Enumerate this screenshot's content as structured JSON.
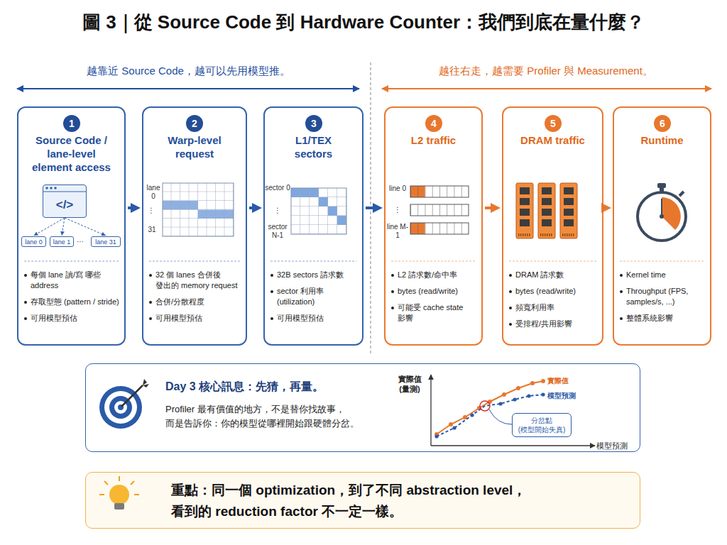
{
  "diagram": {
    "title": "圖 3｜從 Source Code 到 Hardware Counter：我們到底在量什麼？",
    "nodes": [
      {
        "text": [
          "Source Code / lane-level element access",
          "每個 lane 讀/寫 哪些 address",
          "存取型態 (pattern / stride)",
          "可用模型預估"
        ]
      },
      {
        "text": [
          "1"
        ],
        "in": 0
      },
      {
        "text": [
          "</>"
        ],
        "in": 0
      },
      {
        "text": [
          "lane 0"
        ],
        "in": 0
      },
      {
        "text": [
          "lane 1"
        ],
        "in": 0
      },
      {
        "text": [
          "lane 31"
        ],
        "in": 0
      },
      {
        "text": [
          "Warp-level request",
          "32 個 lanes 合併後 發出的 memory request",
          "合併/分散程度",
          "可用模型預估"
        ]
      },
      {
        "text": [
          "2"
        ],
        "in": 6
      },
      {
        "text": [
          "L1/TEX sectors",
          "32B sectors 請求數",
          "sector 利用率 (utilization)",
          "可用模型預估"
        ]
      },
      {
        "text": [
          "3"
        ],
        "in": 8
      },
      {
        "text": [
          "L2 traffic",
          "L2 請求數/命中率",
          "bytes (read/write)",
          "可能受 cache state 影響"
        ]
      },
      {
        "text": [
          "4"
        ],
        "in": 10
      },
      {
        "text": [
          "DRAM traffic",
          "DRAM 請求數",
          "bytes (read/write)",
          "頻寬利用率",
          "受排程/共用影響"
        ]
      },
      {
        "text": [
          "5"
        ],
        "in": 12
      },
      {
        "text": [
          "Runtime",
          "Kernel time",
          "Throughput (FPS, samples/s, ...)",
          "整體系統影響"
        ]
      },
      {
        "text": [
          "6"
        ],
        "in": 14
      },
      {
        "text": [
          "Day 3 核心訊息：先猜，再量。",
          "Profiler 最有價值的地方，不是替你找故事， 而是告訴你：你的模型從哪裡開始跟硬體分岔。"
        ]
      },
      {
        "text": [
          "分岔點 (模型開始失真)"
        ],
        "in": 16
      },
      {
        "text": [
          "重點：同一個 optimization，到了不同 abstraction level， 看到的 reduction factor 不一定一樣。"
        ]
      }
    ],
    "edges": [
      {
        "from": 0,
        "to": 6,
        "arrow": "to"
      },
      {
        "from": 6,
        "to": 8,
        "arrow": "to"
      },
      {
        "from": 8,
        "to": 10,
        "arrow": "to"
      },
      {
        "from": 10,
        "to": 12,
        "arrow": "to"
      },
      {
        "from": 12,
        "to": 14,
        "arrow": "to"
      },
      {
        "from": 2,
        "to": 3,
        "arrow": "to"
      },
      {
        "from": 2,
        "to": 4,
        "arrow": "to"
      },
      {
        "from": 2,
        "to": 5,
        "arrow": "to"
      }
    ],
    "labels": [
      "越靠近 Source Code，越可以先用模型推。",
      "越往右走，越需要 Profiler 與 Measurement。",
      "···",
      "lane 0",
      "⋮",
      "31",
      "sector 0",
      "⋮",
      "sector N-1",
      "line 0",
      "⋮",
      "line M-1",
      "實際值 (量測)",
      "模型預測"
    ],
    "legend": [
      {
        "text": "實際值"
      },
      {
        "text": "模型預測"
      }
    ]
  }
}
